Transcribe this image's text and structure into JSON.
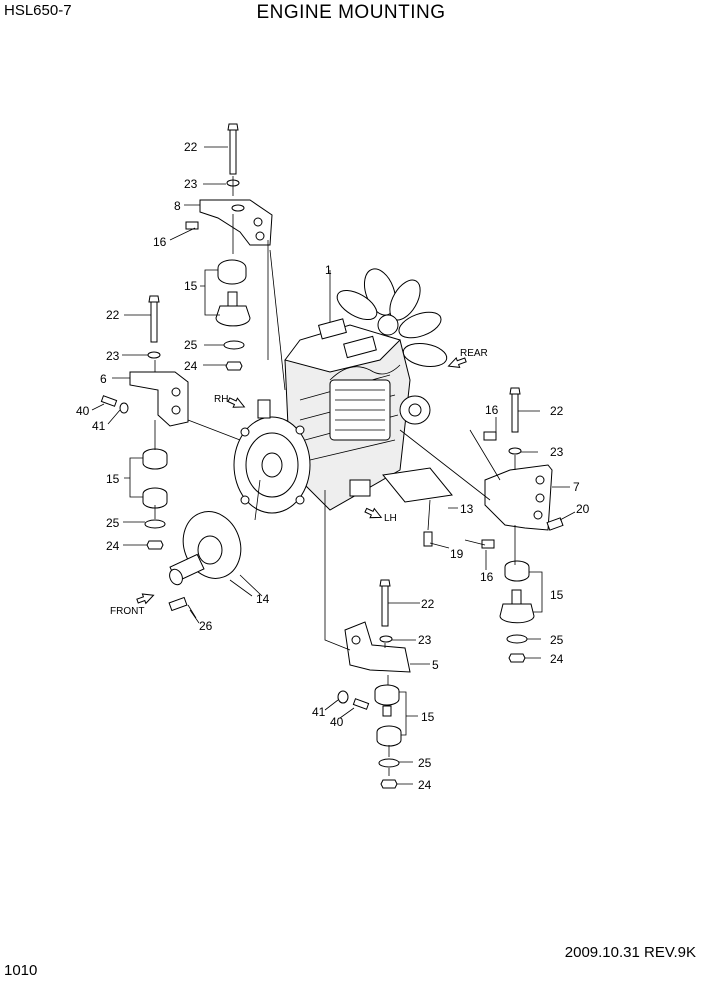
{
  "header": {
    "model": "HSL650-7",
    "title": "ENGINE MOUNTING"
  },
  "footer": {
    "page_number": "1010",
    "date_revision": "2009.10.31  REV.9K"
  },
  "direction_labels": {
    "rear": "REAR",
    "rh": "RH",
    "lh": "LH",
    "front": "FRONT"
  },
  "callouts": [
    "22",
    "23",
    "8",
    "16",
    "15",
    "1",
    "22",
    "25",
    "24",
    "23",
    "6",
    "40",
    "41",
    "15",
    "25",
    "24",
    "14",
    "26",
    "16",
    "22",
    "23",
    "7",
    "20",
    "13",
    "19",
    "16",
    "15",
    "25",
    "24",
    "22",
    "23",
    "5",
    "41",
    "40",
    "15",
    "25",
    "24"
  ]
}
